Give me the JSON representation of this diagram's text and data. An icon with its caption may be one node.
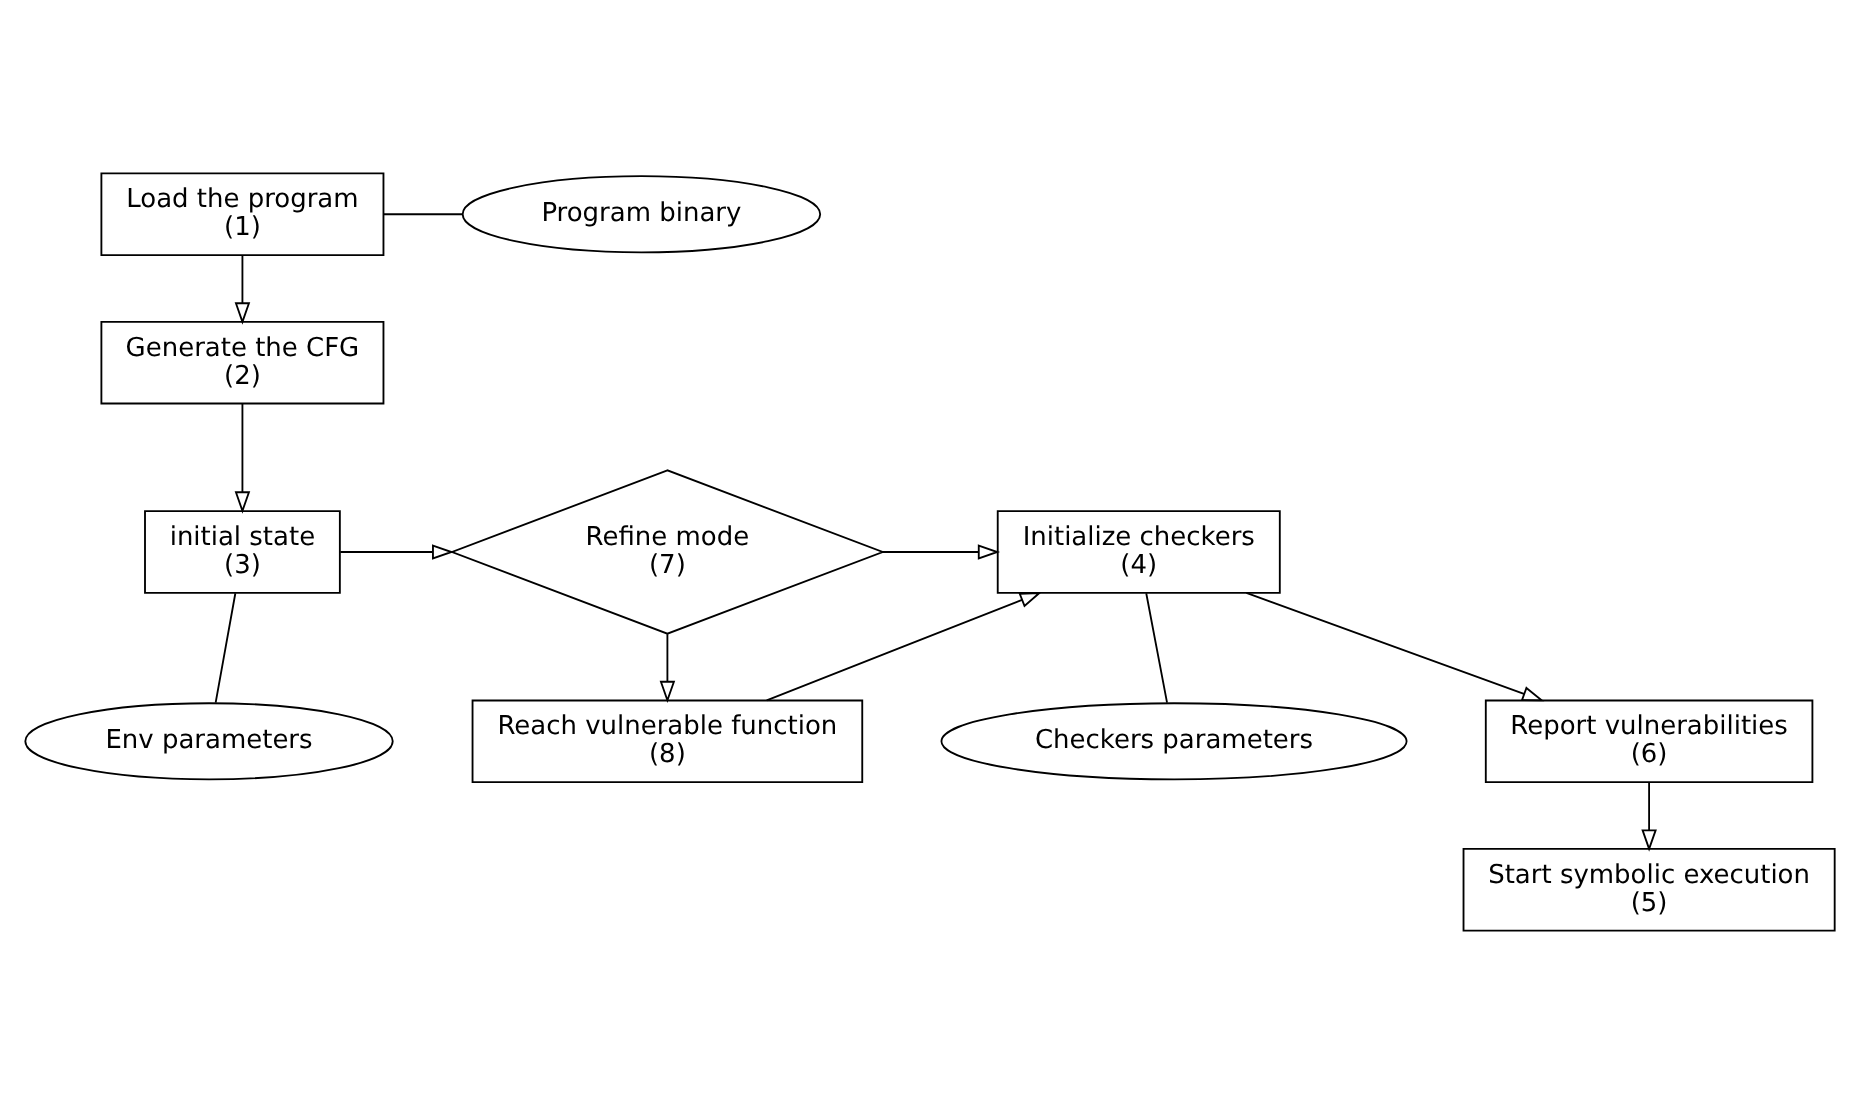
{
  "diagram": {
    "nodes": [
      {
        "text": [
          "Load the program",
          "(1)"
        ]
      },
      {
        "text": [
          "Program binary"
        ]
      },
      {
        "text": [
          "Generate the CFG",
          "(2)"
        ]
      },
      {
        "text": [
          "initial state",
          "(3)"
        ]
      },
      {
        "text": [
          "Env parameters"
        ]
      },
      {
        "text": [
          "Refine mode",
          "(7)"
        ]
      },
      {
        "text": [
          "Reach vulnerable function",
          "(8)"
        ]
      },
      {
        "text": [
          "Initialize checkers",
          "(4)"
        ]
      },
      {
        "text": [
          "Checkers parameters"
        ]
      },
      {
        "text": [
          "Report vulnerabilities",
          "(6)"
        ]
      },
      {
        "text": [
          "Start symbolic execution",
          "(5)"
        ]
      }
    ],
    "edges": [
      {
        "from": 0,
        "to": 1,
        "arrow": "none"
      },
      {
        "from": 0,
        "to": 2,
        "arrow": "to"
      },
      {
        "from": 2,
        "to": 3,
        "arrow": "to"
      },
      {
        "from": 3,
        "to": 4,
        "arrow": "none"
      },
      {
        "from": 3,
        "to": 5,
        "arrow": "to"
      },
      {
        "from": 5,
        "to": 6,
        "arrow": "to"
      },
      {
        "from": 5,
        "to": 7,
        "arrow": "to"
      },
      {
        "from": 6,
        "to": 7,
        "arrow": "to"
      },
      {
        "from": 7,
        "to": 8,
        "arrow": "none"
      },
      {
        "from": 7,
        "to": 9,
        "arrow": "to"
      },
      {
        "from": 9,
        "to": 10,
        "arrow": "to"
      }
    ]
  }
}
